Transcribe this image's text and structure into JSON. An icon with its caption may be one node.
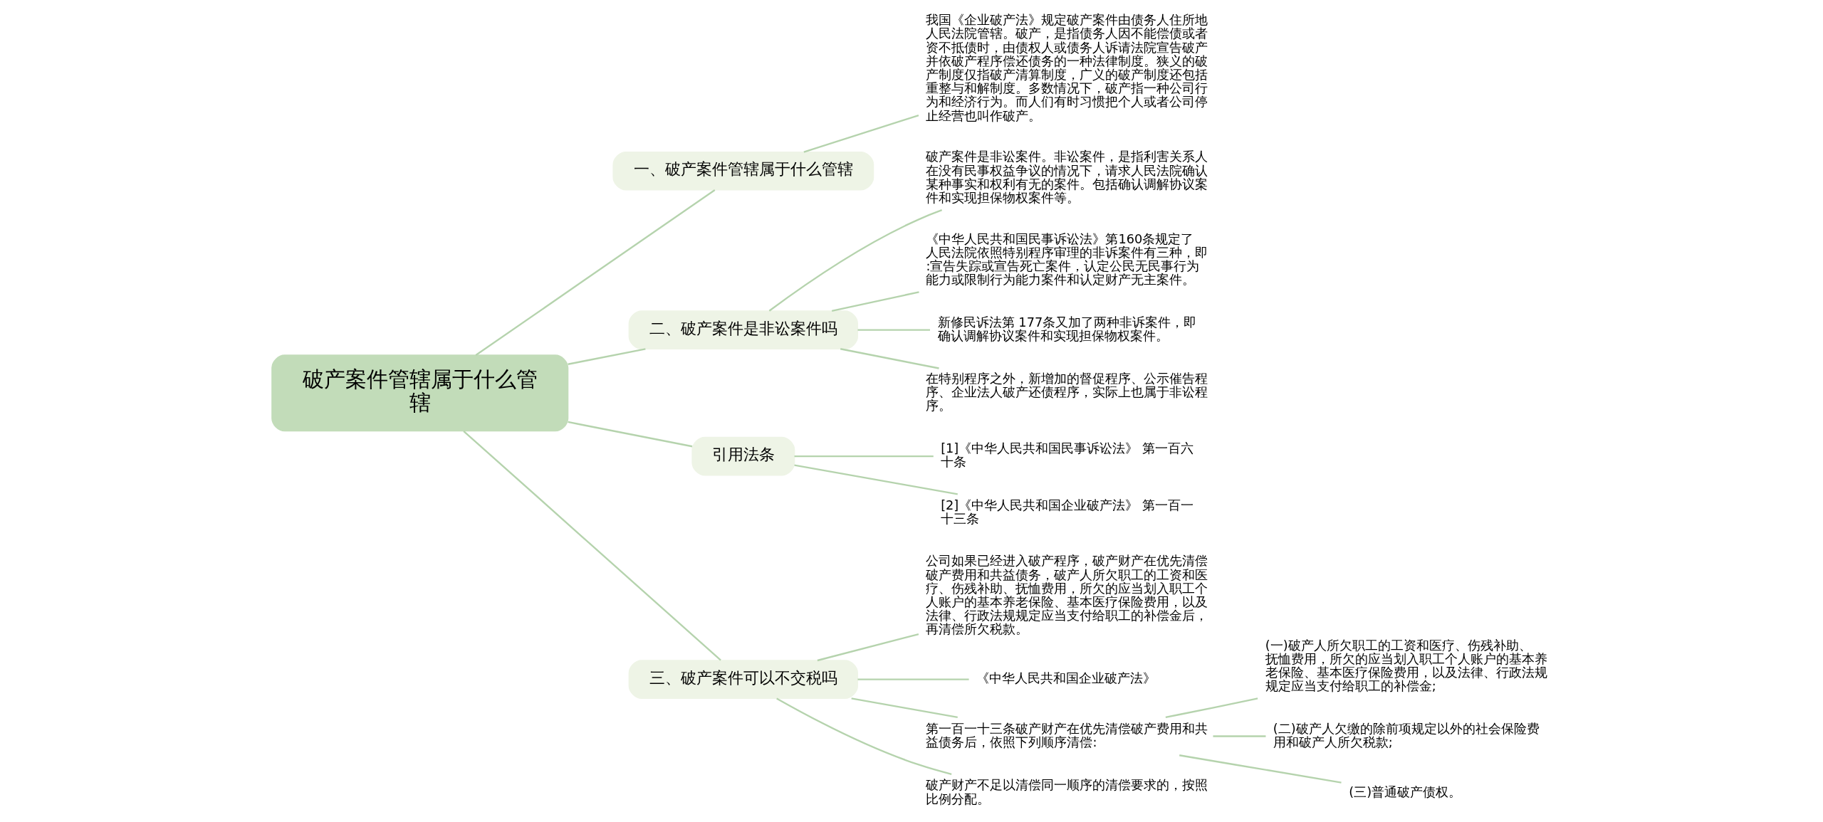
{
  "diagram": {
    "nodes": [
      {
        "text": [
          "破产案件管辖属于什么管辖"
        ]
      },
      {
        "text": [
          "一、破产案件管辖属于什么管辖"
        ]
      },
      {
        "text": [
          "我国《企业破产法》规定破产案件由债务人住所地人民法院管辖。破产，是指债务人因不能偿债或者资不抵债时，由债权人或债务人诉请法院宣告破产并依破产程序偿还债务的一种法律制度。狭义的破产制度仅指破产清算制度，广义的破产制度还包括重整与和解制度。多数情况下，破产指一种公司行为和经济行为。而人们有时习惯把个人或者公司停止经营也叫作破产。"
        ]
      },
      {
        "text": [
          "二、破产案件是非讼案件吗"
        ]
      },
      {
        "text": [
          "破产案件是非讼案件。非讼案件，是指利害关系人在没有民事权益争议的情况下，请求人民法院确认某种事实和权利有无的案件。包括确认调解协议案件和实现担保物权案件等。"
        ]
      },
      {
        "text": [
          "《中华人民共和国民事诉讼法》第160条规定了人民法院依照特别程序审理的非诉案件有三种，即:宣告失踪或宣告死亡案件，认定公民无民事行为能力或限制行为能力案件和认定财产无主案件。"
        ]
      },
      {
        "text": [
          "新修民诉法第 177条又加了两种非诉案件，即确认调解协议案件和实现担保物权案件。"
        ]
      },
      {
        "text": [
          "在特别程序之外，新增加的督促程序、公示催告程序、企业法人破产还债程序，实际上也属于非讼程序。"
        ]
      },
      {
        "text": [
          "引用法条"
        ]
      },
      {
        "text": [
          "[1]《中华人民共和国民事诉讼法》 第一百六十条"
        ]
      },
      {
        "text": [
          "[2]《中华人民共和国企业破产法》 第一百一十三条"
        ]
      },
      {
        "text": [
          "三、破产案件可以不交税吗"
        ]
      },
      {
        "text": [
          "公司如果已经进入破产程序，破产财产在优先清偿破产费用和共益债务，破产人所欠职工的工资和医疗、伤残补助、抚恤费用，所欠的应当划入职工个人账户的基本养老保险、基本医疗保险费用，以及法律、行政法规规定应当支付给职工的补偿金后，再清偿所欠税款。"
        ]
      },
      {
        "text": [
          "《中华人民共和国企业破产法》"
        ]
      },
      {
        "text": [
          "第一百一十三条破产财产在优先清偿破产费用和共益债务后，依照下列顺序清偿:"
        ]
      },
      {
        "text": [
          "破产财产不足以清偿同一顺序的清偿要求的，按照比例分配。"
        ]
      },
      {
        "text": [
          "(一)破产人所欠职工的工资和医疗、伤残补助、抚恤费用，所欠的应当划入职工个人账户的基本养老保险、基本医疗保险费用，以及法律、行政法规规定应当支付给职工的补偿金;"
        ]
      },
      {
        "text": [
          "(二)破产人欠缴的除前项规定以外的社会保险费用和破产人所欠税款;"
        ]
      },
      {
        "text": [
          "(三)普通破产债权。"
        ]
      }
    ],
    "edges": [
      {
        "from": 0,
        "to": 1,
        "arrow": "none"
      },
      {
        "from": 1,
        "to": 2,
        "arrow": "none"
      },
      {
        "from": 0,
        "to": 3,
        "arrow": "none"
      },
      {
        "from": 3,
        "to": 4,
        "arrow": "none"
      },
      {
        "from": 3,
        "to": 5,
        "arrow": "none"
      },
      {
        "from": 3,
        "to": 6,
        "arrow": "none"
      },
      {
        "from": 3,
        "to": 7,
        "arrow": "none"
      },
      {
        "from": 0,
        "to": 8,
        "arrow": "none"
      },
      {
        "from": 8,
        "to": 9,
        "arrow": "none"
      },
      {
        "from": 8,
        "to": 10,
        "arrow": "none"
      },
      {
        "from": 0,
        "to": 11,
        "arrow": "none"
      },
      {
        "from": 11,
        "to": 12,
        "arrow": "none"
      },
      {
        "from": 11,
        "to": 13,
        "arrow": "none"
      },
      {
        "from": 11,
        "to": 14,
        "arrow": "none"
      },
      {
        "from": 11,
        "to": 15,
        "arrow": "none"
      },
      {
        "from": 14,
        "to": 16,
        "arrow": "none"
      },
      {
        "from": 14,
        "to": 17,
        "arrow": "none"
      },
      {
        "from": 14,
        "to": 18,
        "arrow": "none"
      }
    ]
  }
}
